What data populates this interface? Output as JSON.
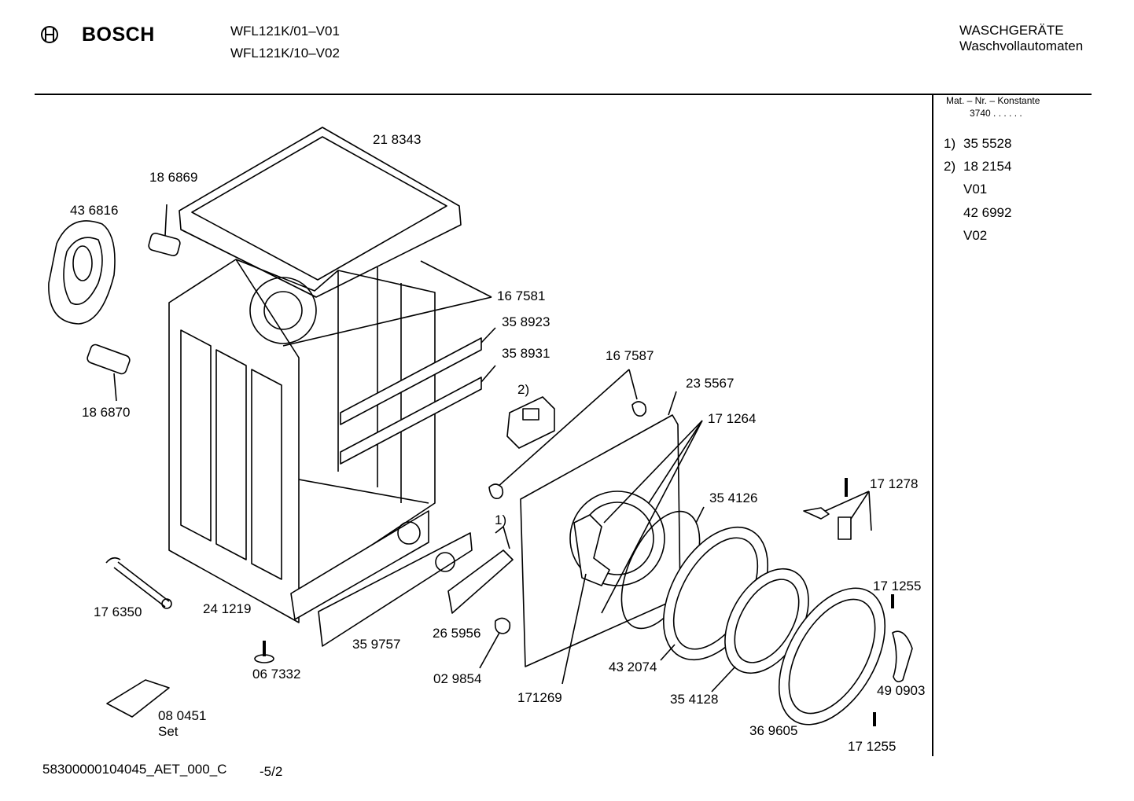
{
  "header": {
    "brand": "BOSCH",
    "models": [
      "WFL121K/01–V01",
      "WFL121K/10–V02"
    ],
    "category": "WASCHGERÄTE",
    "subcategory": "Waschvollautomaten"
  },
  "sidebar": {
    "mat_title": "Mat. – Nr. – Konstante",
    "mat_value": "3740  .  .     .  .  .  .",
    "notes": [
      {
        "marker": "1)",
        "text": "35 5528"
      },
      {
        "marker": "2)",
        "text": "18 2154"
      },
      {
        "marker": "",
        "text": "V01"
      },
      {
        "marker": "",
        "text": "42 6992"
      },
      {
        "marker": "",
        "text": "V02"
      }
    ]
  },
  "parts": {
    "p218343": "21 8343",
    "p186869": "18 6869",
    "p436816": "43 6816",
    "p186870": "18 6870",
    "p167581": "16 7581",
    "p358923": "35 8923",
    "p358931": "35 8931",
    "p167587": "16 7587",
    "note2": "2)",
    "p235567": "23 5567",
    "p171264": "17 1264",
    "p354126": "35 4126",
    "p171278": "17 1278",
    "note1": "1)",
    "p171255a": "17 1255",
    "p176350": "17 6350",
    "p241219": "24 1219",
    "p359757": "35 9757",
    "p265956": "26 5956",
    "p067332": "06 7332",
    "p029854": "02 9854",
    "p171269": "171269",
    "p432074": "43 2074",
    "p354128": "35 4128",
    "p490903": "49 0903",
    "p369605": "36 9605",
    "p171255b": "17 1255",
    "p080451": "08 0451",
    "set": "Set"
  },
  "footer": {
    "code": "58300000104045_AET_000_C",
    "page": "-5/2"
  }
}
